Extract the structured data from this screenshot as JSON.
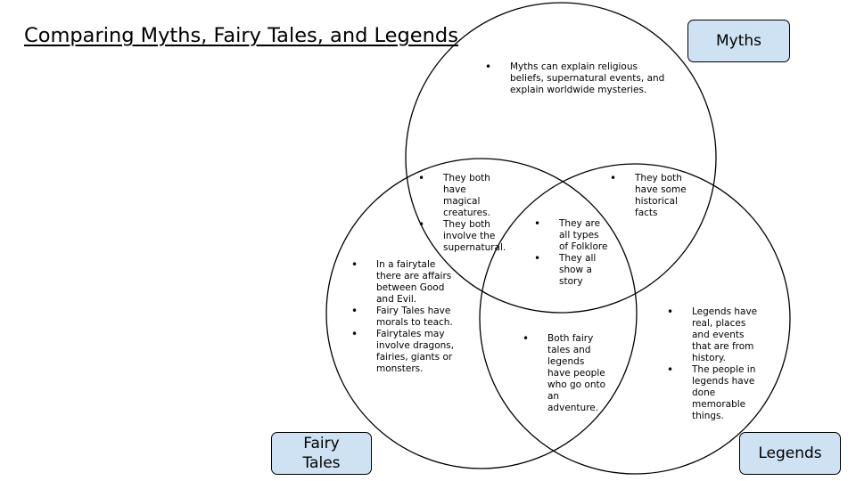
{
  "title": "Comparing Myths, Fairy Tales, and Legends",
  "labels": {
    "myths": "Myths",
    "fairy_tales": "Fairy Tales",
    "legends": "Legends"
  },
  "regions": {
    "myths_only": [
      "Myths can explain religious beliefs, supernatural events, and explain worldwide mysteries."
    ],
    "myths_fairy": [
      "They both have magical creatures.",
      "They both involve the supernatural."
    ],
    "myths_legends": [
      "They both have some historical facts"
    ],
    "all_three": [
      "They are all types of Folklore",
      "They all show a story"
    ],
    "fairy_only": [
      "In a fairytale there are affairs between Good and Evil.",
      "Fairy Tales have morals to teach.",
      "Fairytales may involve dragons, fairies, giants or monsters."
    ],
    "fairy_legends": [
      "Both fairy tales and legends have people who go onto an adventure."
    ],
    "legends_only": [
      "Legends have real, places and events that are from history.",
      "The people in legends have done memorable things."
    ]
  },
  "colors": {
    "label_fill": "#cfe2f3",
    "outline": "#000000"
  }
}
